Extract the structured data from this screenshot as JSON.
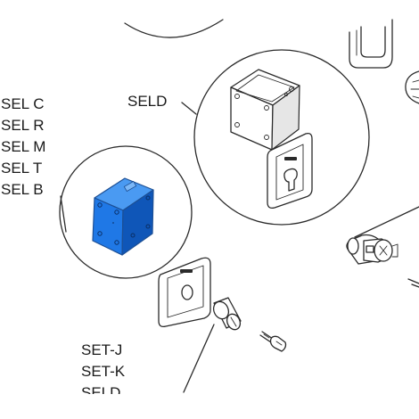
{
  "labels": {
    "sel_group": [
      "SEL C",
      "SEL R",
      "SEL M",
      "SEL T",
      "SEL B"
    ],
    "seld": "SELD",
    "set_group": [
      "SET-J",
      "SET-K",
      "SELD"
    ]
  },
  "colors": {
    "highlight": "#1f78e6",
    "highlight_dark": "#0f56b8",
    "line": "#2a2a2a"
  }
}
